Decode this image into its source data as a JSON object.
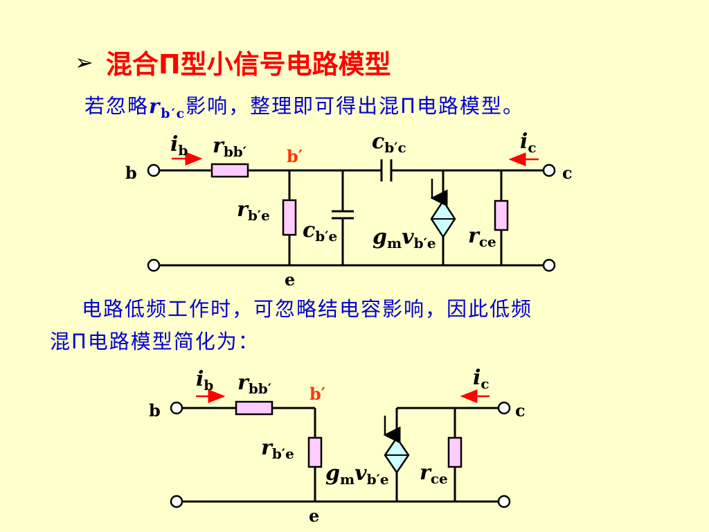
{
  "title": {
    "bullet": "➢",
    "text": "混合Π型小信号电路模型"
  },
  "paragraph1": {
    "before": "若忽略",
    "var": "r",
    "sub": "b′c",
    "after": "影响，整理即可得出混Π电路模型。"
  },
  "paragraph2": {
    "line1": "电路低频工作时，可忽略结电容影响，因此低频",
    "line2": "混Π电路模型简化为："
  },
  "colors": {
    "background": "#ffffcc",
    "title": "#ff0000",
    "text": "#0000cc",
    "arrow": "#ff0000",
    "resistor_fill": "#ffccff",
    "source_fill": "#ccffff"
  },
  "circuit1": {
    "ib_i": "i",
    "ib_sub": "b",
    "rbb_r": "r",
    "rbb_sub": "bb′",
    "bprime": "b′",
    "cbc_c": "c",
    "cbc_sub": "b′c",
    "ic_i": "i",
    "ic_sub": "c",
    "b": "b",
    "c": "c",
    "e": "e",
    "rbe_r": "r",
    "rbe_sub": "b′e",
    "cbe_c": "c",
    "cbe_sub": "b′e",
    "gm_g": "g",
    "gm_m": "m",
    "gm_v": "v",
    "gm_sub": "b′e",
    "rce_r": "r",
    "rce_sub": "ce"
  },
  "circuit2": {
    "ib_i": "i",
    "ib_sub": "b",
    "rbb_r": "r",
    "rbb_sub": "bb′",
    "bprime": "b′",
    "ic_i": "i",
    "ic_sub": "c",
    "b": "b",
    "c": "c",
    "e": "e",
    "rbe_r": "r",
    "rbe_sub": "b′e",
    "gm_g": "g",
    "gm_m": "m",
    "gm_v": "v",
    "gm_sub": "b′e",
    "rce_r": "r",
    "rce_sub": "ce"
  }
}
